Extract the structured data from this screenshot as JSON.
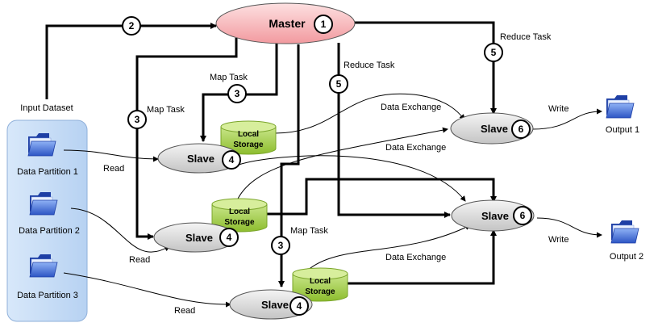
{
  "master": {
    "label": "Master",
    "step": "1"
  },
  "input": {
    "title": "Input Dataset",
    "partitions": [
      "Data Partition 1",
      "Data Partition 2",
      "Data Partition 3"
    ]
  },
  "slaves": {
    "label": "Slave",
    "map_step": "4",
    "reduce_step": "6"
  },
  "storage": {
    "line1": "Local",
    "line2": "Storage"
  },
  "edges": {
    "step2": "2",
    "map_task": "Map Task",
    "map_step": "3",
    "reduce_task": "Reduce Task",
    "reduce_step": "5",
    "read": "Read",
    "data_exchange": "Data Exchange",
    "write": "Write"
  },
  "outputs": [
    "Output 1",
    "Output 2"
  ],
  "colors": {
    "master_fill": "#f5a3a7",
    "slave_fill": "#d9d9d9",
    "storage_fill": "#9bc93c",
    "input_panel": "#c6dcf5",
    "folder": "#3f6fd6"
  }
}
